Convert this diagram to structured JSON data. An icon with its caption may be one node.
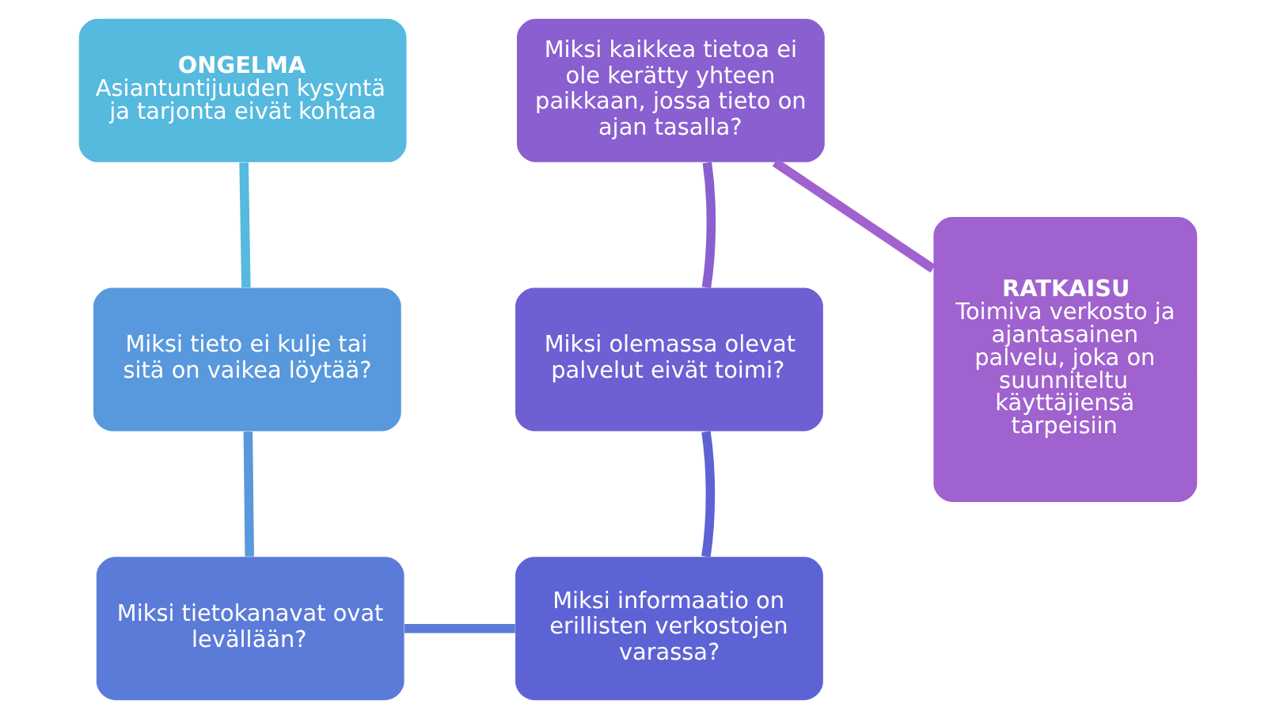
{
  "diagram": {
    "nodes": [
      {
        "text": [
          "ONGELMA",
          "Asiantuntijuuden kysyntä ja tarjonta eivät kohtaa"
        ]
      },
      {
        "text": [
          "Miksi tieto ei kulje tai sitä on vaikea löytää?"
        ]
      },
      {
        "text": [
          "Miksi tietokanavat ovat levällään?"
        ]
      },
      {
        "text": [
          "Miksi informaatio on erillisten verkostojen varassa?"
        ]
      },
      {
        "text": [
          "Miksi olemassa olevat palvelut eivät toimi?"
        ]
      },
      {
        "text": [
          "Miksi kaikkea tietoa ei ole kerätty yhteen paikkaan, jossa tieto on ajan tasalla?"
        ]
      },
      {
        "text": [
          "RATKAISU",
          "Toimiva verkosto ja ajantasainen palvelu, joka on suunniteltu käyttäjiensä tarpeisiin"
        ]
      }
    ],
    "edges": [
      {
        "from": 0,
        "to": 1,
        "arrow": "none",
        "color": "#56b9de"
      },
      {
        "from": 1,
        "to": 2,
        "arrow": "none",
        "color": "#5898dc"
      },
      {
        "from": 2,
        "to": 3,
        "arrow": "none",
        "color": "#5b7bd8"
      },
      {
        "from": 3,
        "to": 4,
        "arrow": "none",
        "color": "#5d63d4"
      },
      {
        "from": 4,
        "to": 5,
        "arrow": "none",
        "color": "#8a5fd0"
      },
      {
        "from": 5,
        "to": 6,
        "arrow": "none",
        "color": "#a062ce"
      }
    ]
  }
}
